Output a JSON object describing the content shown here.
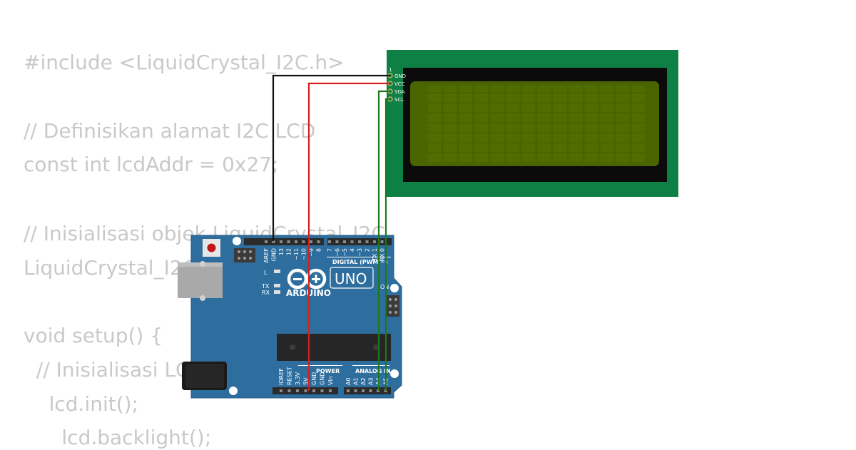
{
  "code": {
    "lines": [
      "#include <LiquidCrystal_I2C.h>",
      "",
      "// Definisikan alamat I2C LCD",
      "const int lcdAddr = 0x27;",
      "",
      "// Inisialisasi objek LiquidCrystal_I2C",
      "LiquidCrystal_I2C lcd(lcdAddr, 16, 2);",
      "",
      "void setup() {",
      "  // Inisialisasi LCD",
      "    lcd.init();",
      "      lcd.backlight();"
    ]
  },
  "lcd": {
    "pin1_label": "1",
    "pins": [
      "GND",
      "VCC",
      "SDA",
      "SCL"
    ]
  },
  "arduino": {
    "brand": "ARDUINO",
    "model": "UNO",
    "digital_label": "DIGITAL (PWM ~)",
    "power_label": "POWER",
    "analog_label": "ANALOG IN",
    "led_l": "L",
    "led_tx": "TX",
    "led_rx": "RX",
    "on_label": "ON",
    "digital_pins": [
      "AREF",
      "GND",
      "13",
      "12",
      "~11",
      "~10",
      "~9",
      "8",
      "7",
      "~6",
      "~5",
      "4",
      "~3",
      "2",
      "TX 1",
      "RX 0"
    ],
    "power_pins": [
      "IOREF",
      "RESET",
      "3.3V",
      "5V",
      "GND",
      "GND",
      "Vin"
    ],
    "analog_pins": [
      "A0",
      "A1",
      "A2",
      "A3",
      "A4",
      "A5"
    ]
  },
  "colors": {
    "wire_gnd": "#111111",
    "wire_vcc": "#d22020",
    "wire_data": "#1a7a1a",
    "lcd_pcb": "#0e7f45",
    "lcd_screen": "#4a6400",
    "arduino_board": "#2e6e9e"
  }
}
